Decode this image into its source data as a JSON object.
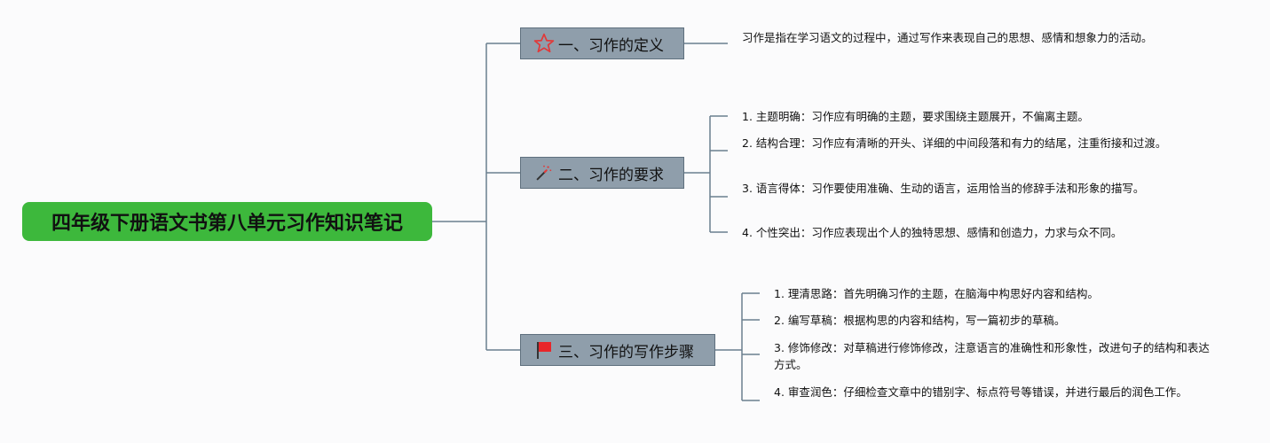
{
  "root": {
    "title": "四年级下册语文书第八单元习作知识笔记"
  },
  "branches": [
    {
      "label": "一、习作的定义",
      "icon": "star-icon",
      "items": [
        "习作是指在学习语文的过程中，通过写作来表现自己的思想、感情和想象力的活动。"
      ]
    },
    {
      "label": "二、习作的要求",
      "icon": "magic-wand-icon",
      "items": [
        "1. 主题明确：习作应有明确的主题，要求围绕主题展开，不偏离主题。",
        "2. 结构合理：习作应有清晰的开头、详细的中间段落和有力的结尾，注重衔接和过渡。",
        "3. 语言得体：习作要使用准确、生动的语言，运用恰当的修辞手法和形象的描写。",
        "4. 个性突出：习作应表现出个人的独特思想、感情和创造力，力求与众不同。"
      ]
    },
    {
      "label": "三、习作的写作步骤",
      "icon": "red-flag-icon",
      "items": [
        "1. 理清思路：首先明确习作的主题，在脑海中构思好内容和结构。",
        "2. 编写草稿：根据构思的内容和结构，写一篇初步的草稿。",
        "3. 修饰修改：对草稿进行修饰修改，注意语言的准确性和形象性，改进句子的结构和表达方式。",
        "4. 审查润色：仔细检查文章中的错别字、标点符号等错误，并进行最后的润色工作。"
      ]
    }
  ],
  "colors": {
    "root_bg": "#3db83c",
    "branch_bg": "#8f9eab",
    "line": "#6b7f8e"
  }
}
